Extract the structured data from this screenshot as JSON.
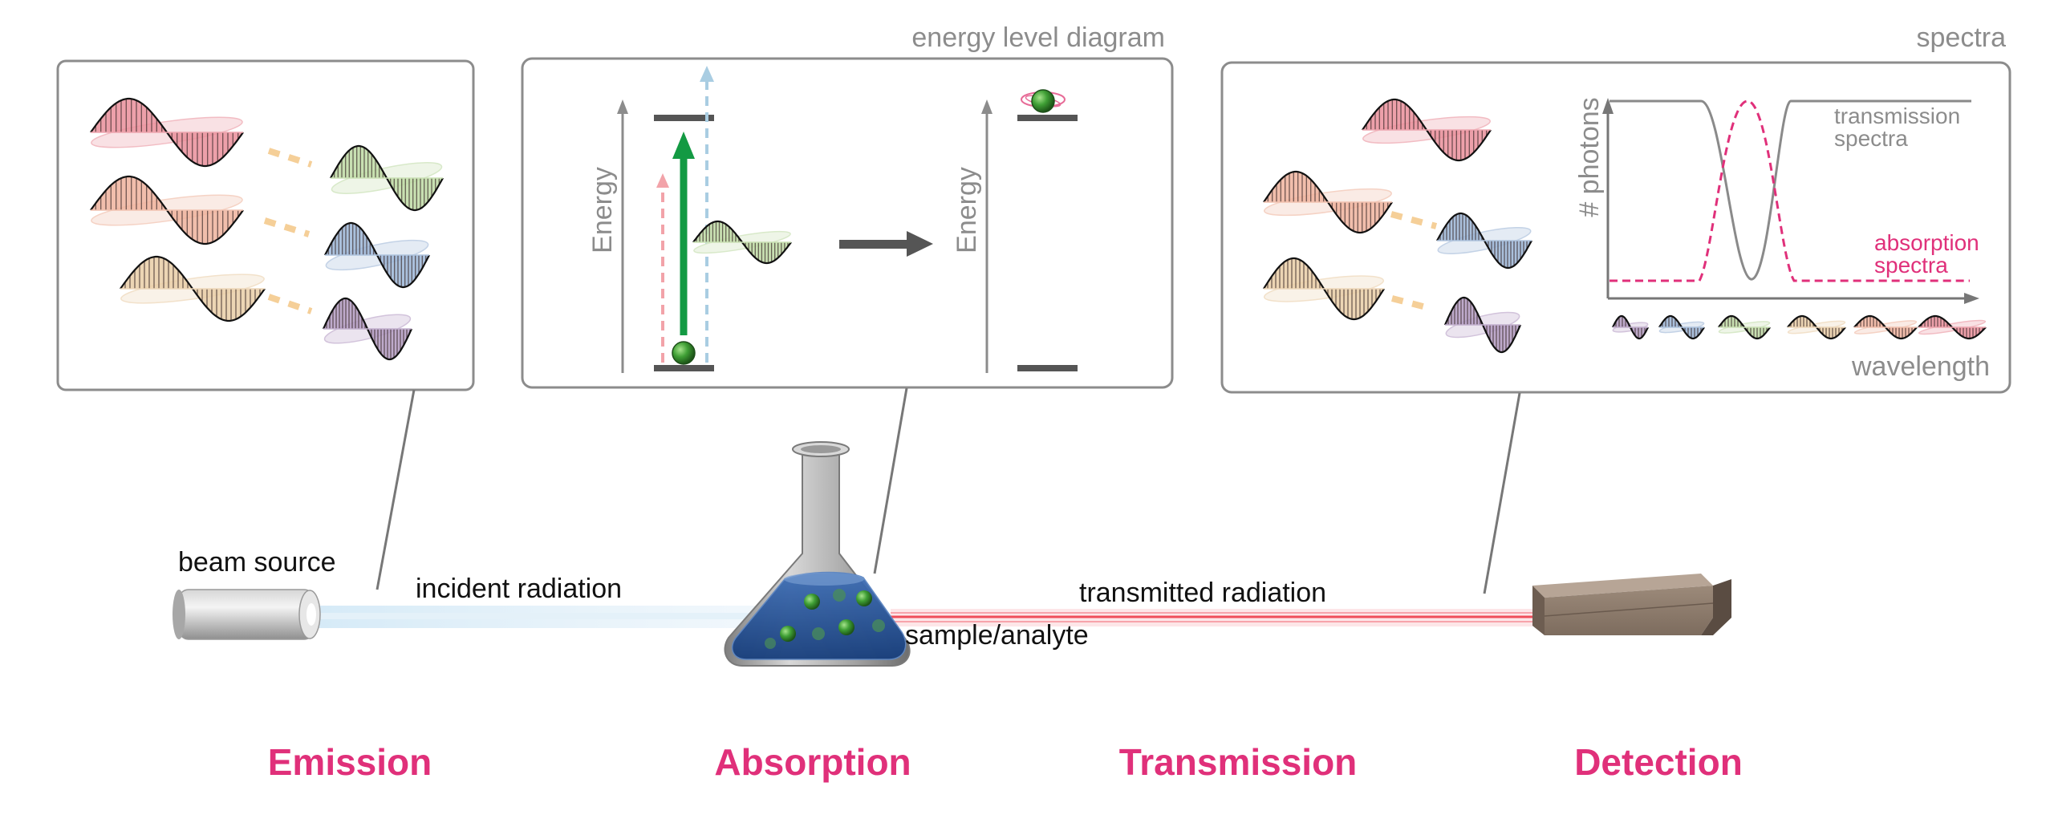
{
  "panels": {
    "energy_title": "energy level diagram",
    "spectra_title": "spectra"
  },
  "energy_diagram": {
    "axis_label": "Energy"
  },
  "spectra_plot": {
    "ylabel": "# photons",
    "xlabel": "wavelength",
    "transmission_label": [
      "transmission",
      "spectra"
    ],
    "absorption_label": [
      "absorption",
      "spectra"
    ]
  },
  "scene": {
    "beam_source": "beam source",
    "incident": "incident radiation",
    "transmitted": "transmitted radiation",
    "sample": "sample/analyte"
  },
  "stages": [
    "Emission",
    "Absorption",
    "Transmission",
    "Detection"
  ],
  "colors": {
    "stage": "#e0307a",
    "panel_border": "#8c8c8c",
    "red_wave": "#e36a7a",
    "orange_wave": "#e89a7c",
    "tan_wave": "#e2bd8a",
    "green_wave": "#a8cf86",
    "blue_wave": "#7a9cc8",
    "purple_wave": "#9a7aae",
    "transition_arrow": "#139a43",
    "laser": "#ef4d5a",
    "incident_beam": "#cfe4f2",
    "detector": "#8a7869"
  },
  "icons": [
    "beam-source-icon",
    "flask-icon",
    "detector-icon",
    "molecule-icon",
    "wave-icon"
  ]
}
